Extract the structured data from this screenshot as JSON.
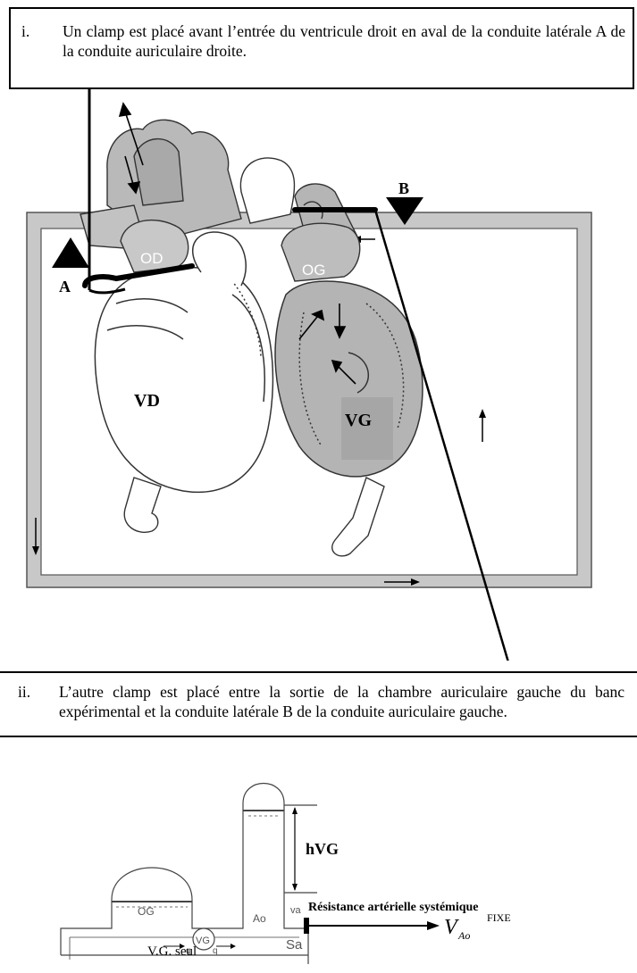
{
  "instructions": {
    "item_i": {
      "number": "i.",
      "text": "Un clamp est placé avant l’entrée du ventricule droit en aval de la conduite latérale A de la conduite auriculaire droite."
    },
    "item_ii": {
      "number": "ii.",
      "text": "L’autre clamp est placé entre la sortie de la chambre auriculaire gauche du banc expérimental et la conduite latérale B de la conduite auriculaire gauche."
    }
  },
  "heart_diagram": {
    "label_A": "A",
    "label_B": "B",
    "label_OD": "OD",
    "label_OG": "OG",
    "label_VD": "VD",
    "label_VG": "VG"
  },
  "bench_diagram": {
    "label_OG": "OG",
    "label_VG": "VG",
    "label_Ao": "Ao",
    "label_va": "va",
    "label_Sa": "Sa",
    "label_q1": "q",
    "label_q2": "q",
    "label_hVG": "hVG",
    "label_vg_seul": "V.G. seul",
    "label_resistance": "Résistance artérielle systémique",
    "label_V": "V",
    "label_V_sub": "Ao",
    "label_fixe": "FIXE"
  }
}
